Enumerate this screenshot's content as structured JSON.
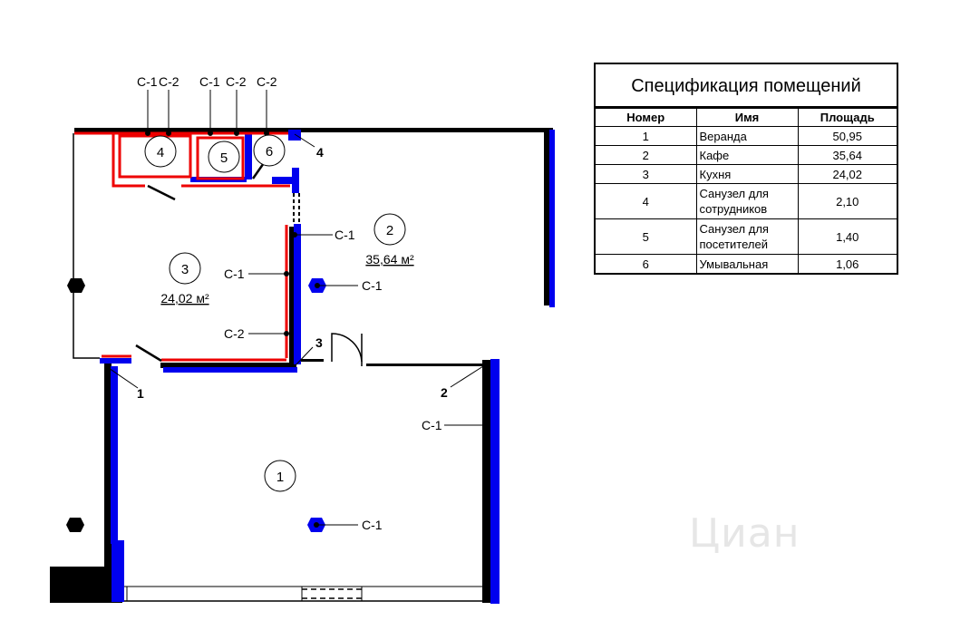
{
  "colors": {
    "new_wall": "#0000ee",
    "demolished_wall": "#ee0000",
    "existing_wall": "#000000"
  },
  "rooms": [
    {
      "number": "1",
      "area": ""
    },
    {
      "number": "2",
      "area": "35,64 м²"
    },
    {
      "number": "3",
      "area": "24,02 м²"
    },
    {
      "number": "4",
      "area": ""
    },
    {
      "number": "5",
      "area": ""
    },
    {
      "number": "6",
      "area": ""
    }
  ],
  "section_marks": [
    "1",
    "2",
    "3",
    "4"
  ],
  "callouts": {
    "top": [
      "С-1",
      "С-2",
      "С-1",
      "С-2",
      "С-2"
    ],
    "room2_wall": "С-1",
    "room2_column": "С-1",
    "room3_wall": "С-1",
    "room3_bottom": "С-2",
    "room1_wall": "С-1",
    "room1_column": "С-1"
  },
  "spec": {
    "title": "Спецификация помещений",
    "headers": [
      "Номер",
      "Имя",
      "Площадь"
    ],
    "rows": [
      {
        "num": "1",
        "name": "Веранда",
        "area": "50,95"
      },
      {
        "num": "2",
        "name": "Кафе",
        "area": "35,64"
      },
      {
        "num": "3",
        "name": "Кухня",
        "area": "24,02"
      },
      {
        "num": "4",
        "name": "Санузел для сотрудников",
        "area": "2,10"
      },
      {
        "num": "5",
        "name": "Санузел для посетителей",
        "area": "1,40"
      },
      {
        "num": "6",
        "name": "Умывальная",
        "area": "1,06"
      }
    ]
  },
  "watermark": "Циан"
}
